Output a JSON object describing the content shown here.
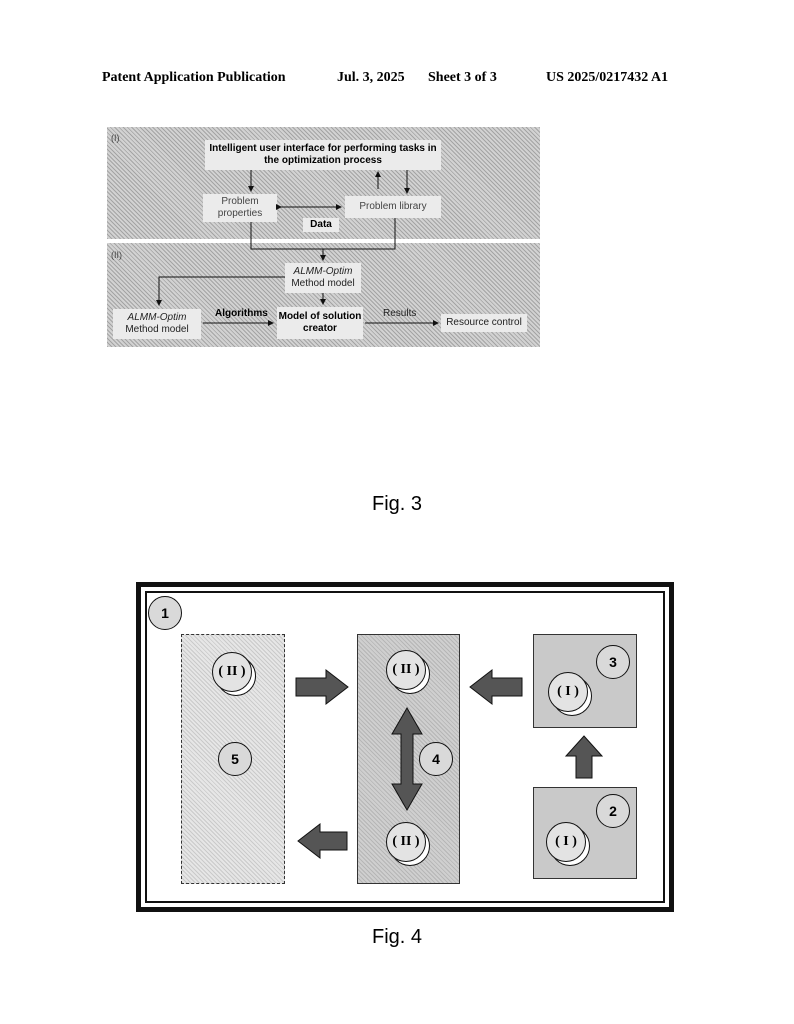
{
  "header": {
    "publication": "Patent Application Publication",
    "date": "Jul. 3, 2025",
    "sheet": "Sheet 3 of 3",
    "number": "US 2025/0217432 A1"
  },
  "fig3": {
    "caption": "Fig. 3",
    "section1_label": "(I)",
    "section2_label": "(II)",
    "ui_box": "Intelligent user interface for performing tasks in the optimization process",
    "problem_properties": "Problem properties",
    "problem_library": "Problem library",
    "data_label": "Data",
    "method_top_italic": "ALMM-Optim",
    "method_top": "Method model",
    "method_left_italic": "ALMM-Optim",
    "method_left": "Method model",
    "algorithms_label": "Algorithms",
    "solution_creator": "Model of solution creator",
    "results_label": "Results",
    "resource_control": "Resource control"
  },
  "fig4": {
    "caption": "Fig. 4",
    "n1": "1",
    "n2": "2",
    "n3": "3",
    "n4": "4",
    "n5": "5",
    "coin_II_a": "( II )",
    "coin_II_b": "( II )",
    "coin_II_c": "( II )",
    "coin_I_a": "( I )",
    "coin_I_b": "( I )"
  }
}
